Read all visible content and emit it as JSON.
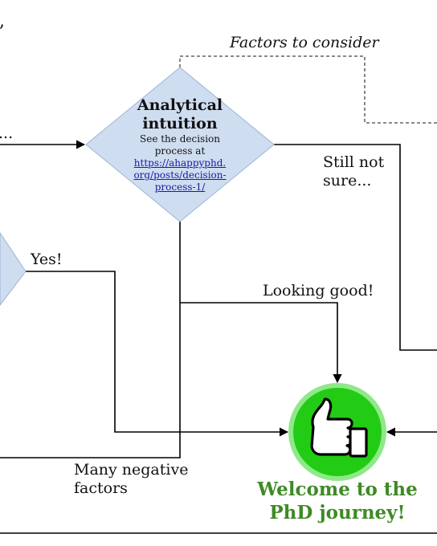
{
  "decision_node": {
    "title_line1": "Analytical",
    "title_line2": "intuition",
    "desc_line1": "See the decision",
    "desc_line2": "process at",
    "link_line1": "https://ahappyphd.",
    "link_line2": "org/posts/decision-",
    "link_line3": "process-1/"
  },
  "edge_labels": {
    "factors_to_consider": "Factors to consider",
    "still_not_sure_1": "Still not",
    "still_not_sure_2": "sure...",
    "yes": "Yes!",
    "looking_good": "Looking good!",
    "many_negative_1": "Many negative",
    "many_negative_2": "factors",
    "left_ellipsis": "...",
    "top_comma": ","
  },
  "end_node": {
    "icon": "thumbs-up-icon",
    "line1": "Welcome to the",
    "line2": "PhD journey!"
  },
  "colors": {
    "diamond_fill": "#cfddf0",
    "diamond_stroke": "#9bb4d6",
    "circle_fill": "#22cc14",
    "circle_ring": "#8fe88a",
    "welcome_text": "#3f8a25",
    "link": "#1a1aa6"
  }
}
